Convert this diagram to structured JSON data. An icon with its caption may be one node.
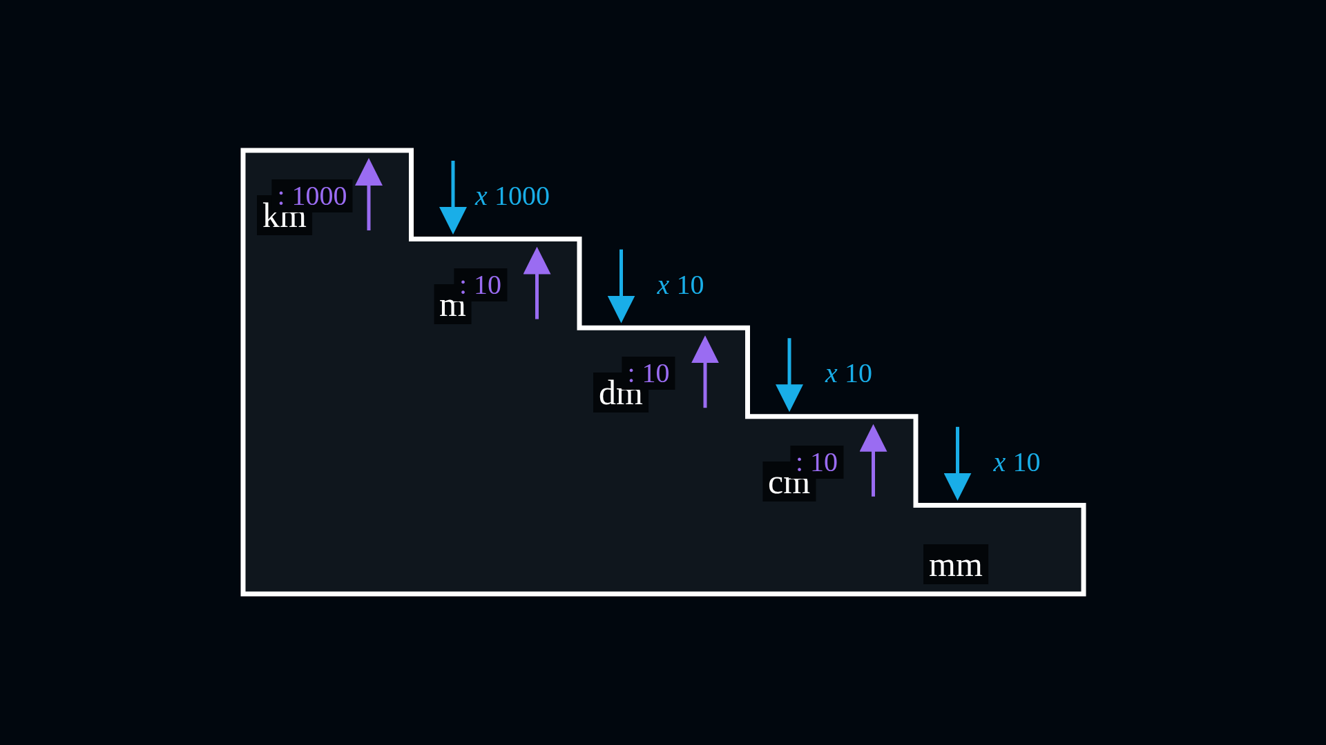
{
  "diagram": {
    "labels": [
      ": 1000",
      "km",
      "*x* 1000",
      ": 10",
      "m",
      "*x* 10",
      ": 10",
      "dm",
      "*x* 10",
      ": 10",
      "cm",
      "*x* 10",
      "mm"
    ]
  }
}
